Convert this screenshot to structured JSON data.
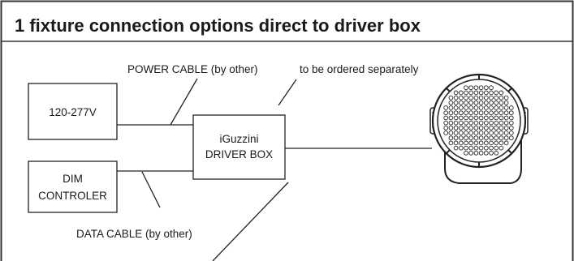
{
  "title": "1 fixture connection options direct to driver box",
  "labels": {
    "power_cable": "POWER CABLE (by other)",
    "ordered_separately": "to be ordered separately",
    "data_cable": "DATA CABLE (by other)"
  },
  "boxes": {
    "power_supply": "120-277V",
    "dim_controller": [
      "DIM",
      "CONTROLER"
    ],
    "driver_box": [
      "iGuzzini",
      "DRIVER BOX"
    ]
  },
  "icons": {
    "fixture": "led-floodlight-fixture-icon"
  }
}
